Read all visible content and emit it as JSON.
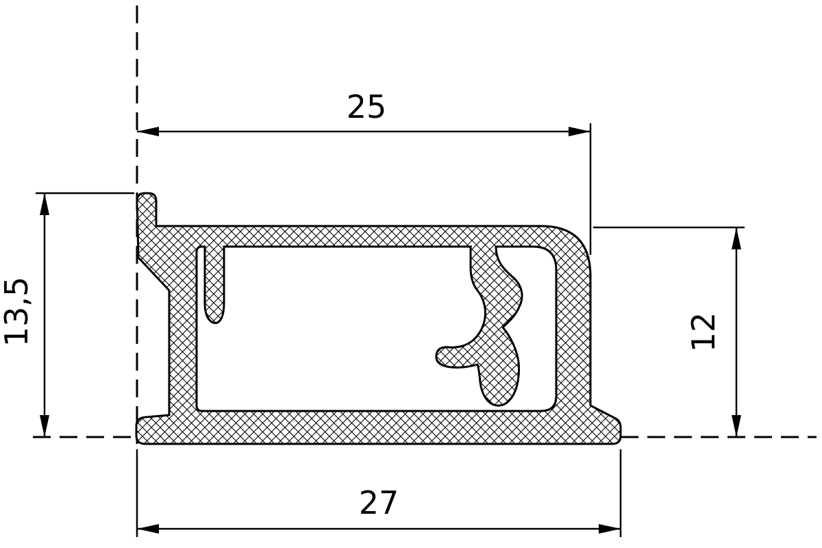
{
  "page": {
    "background_color": "#ffffff",
    "line_color": "#000000"
  },
  "drawing": {
    "kind": "profile-cross-section",
    "dimensions": {
      "top_width": {
        "value": "25"
      },
      "bottom_width": {
        "value": "27"
      },
      "left_height": {
        "value": "13,5"
      },
      "right_height": {
        "value": "12"
      }
    }
  }
}
